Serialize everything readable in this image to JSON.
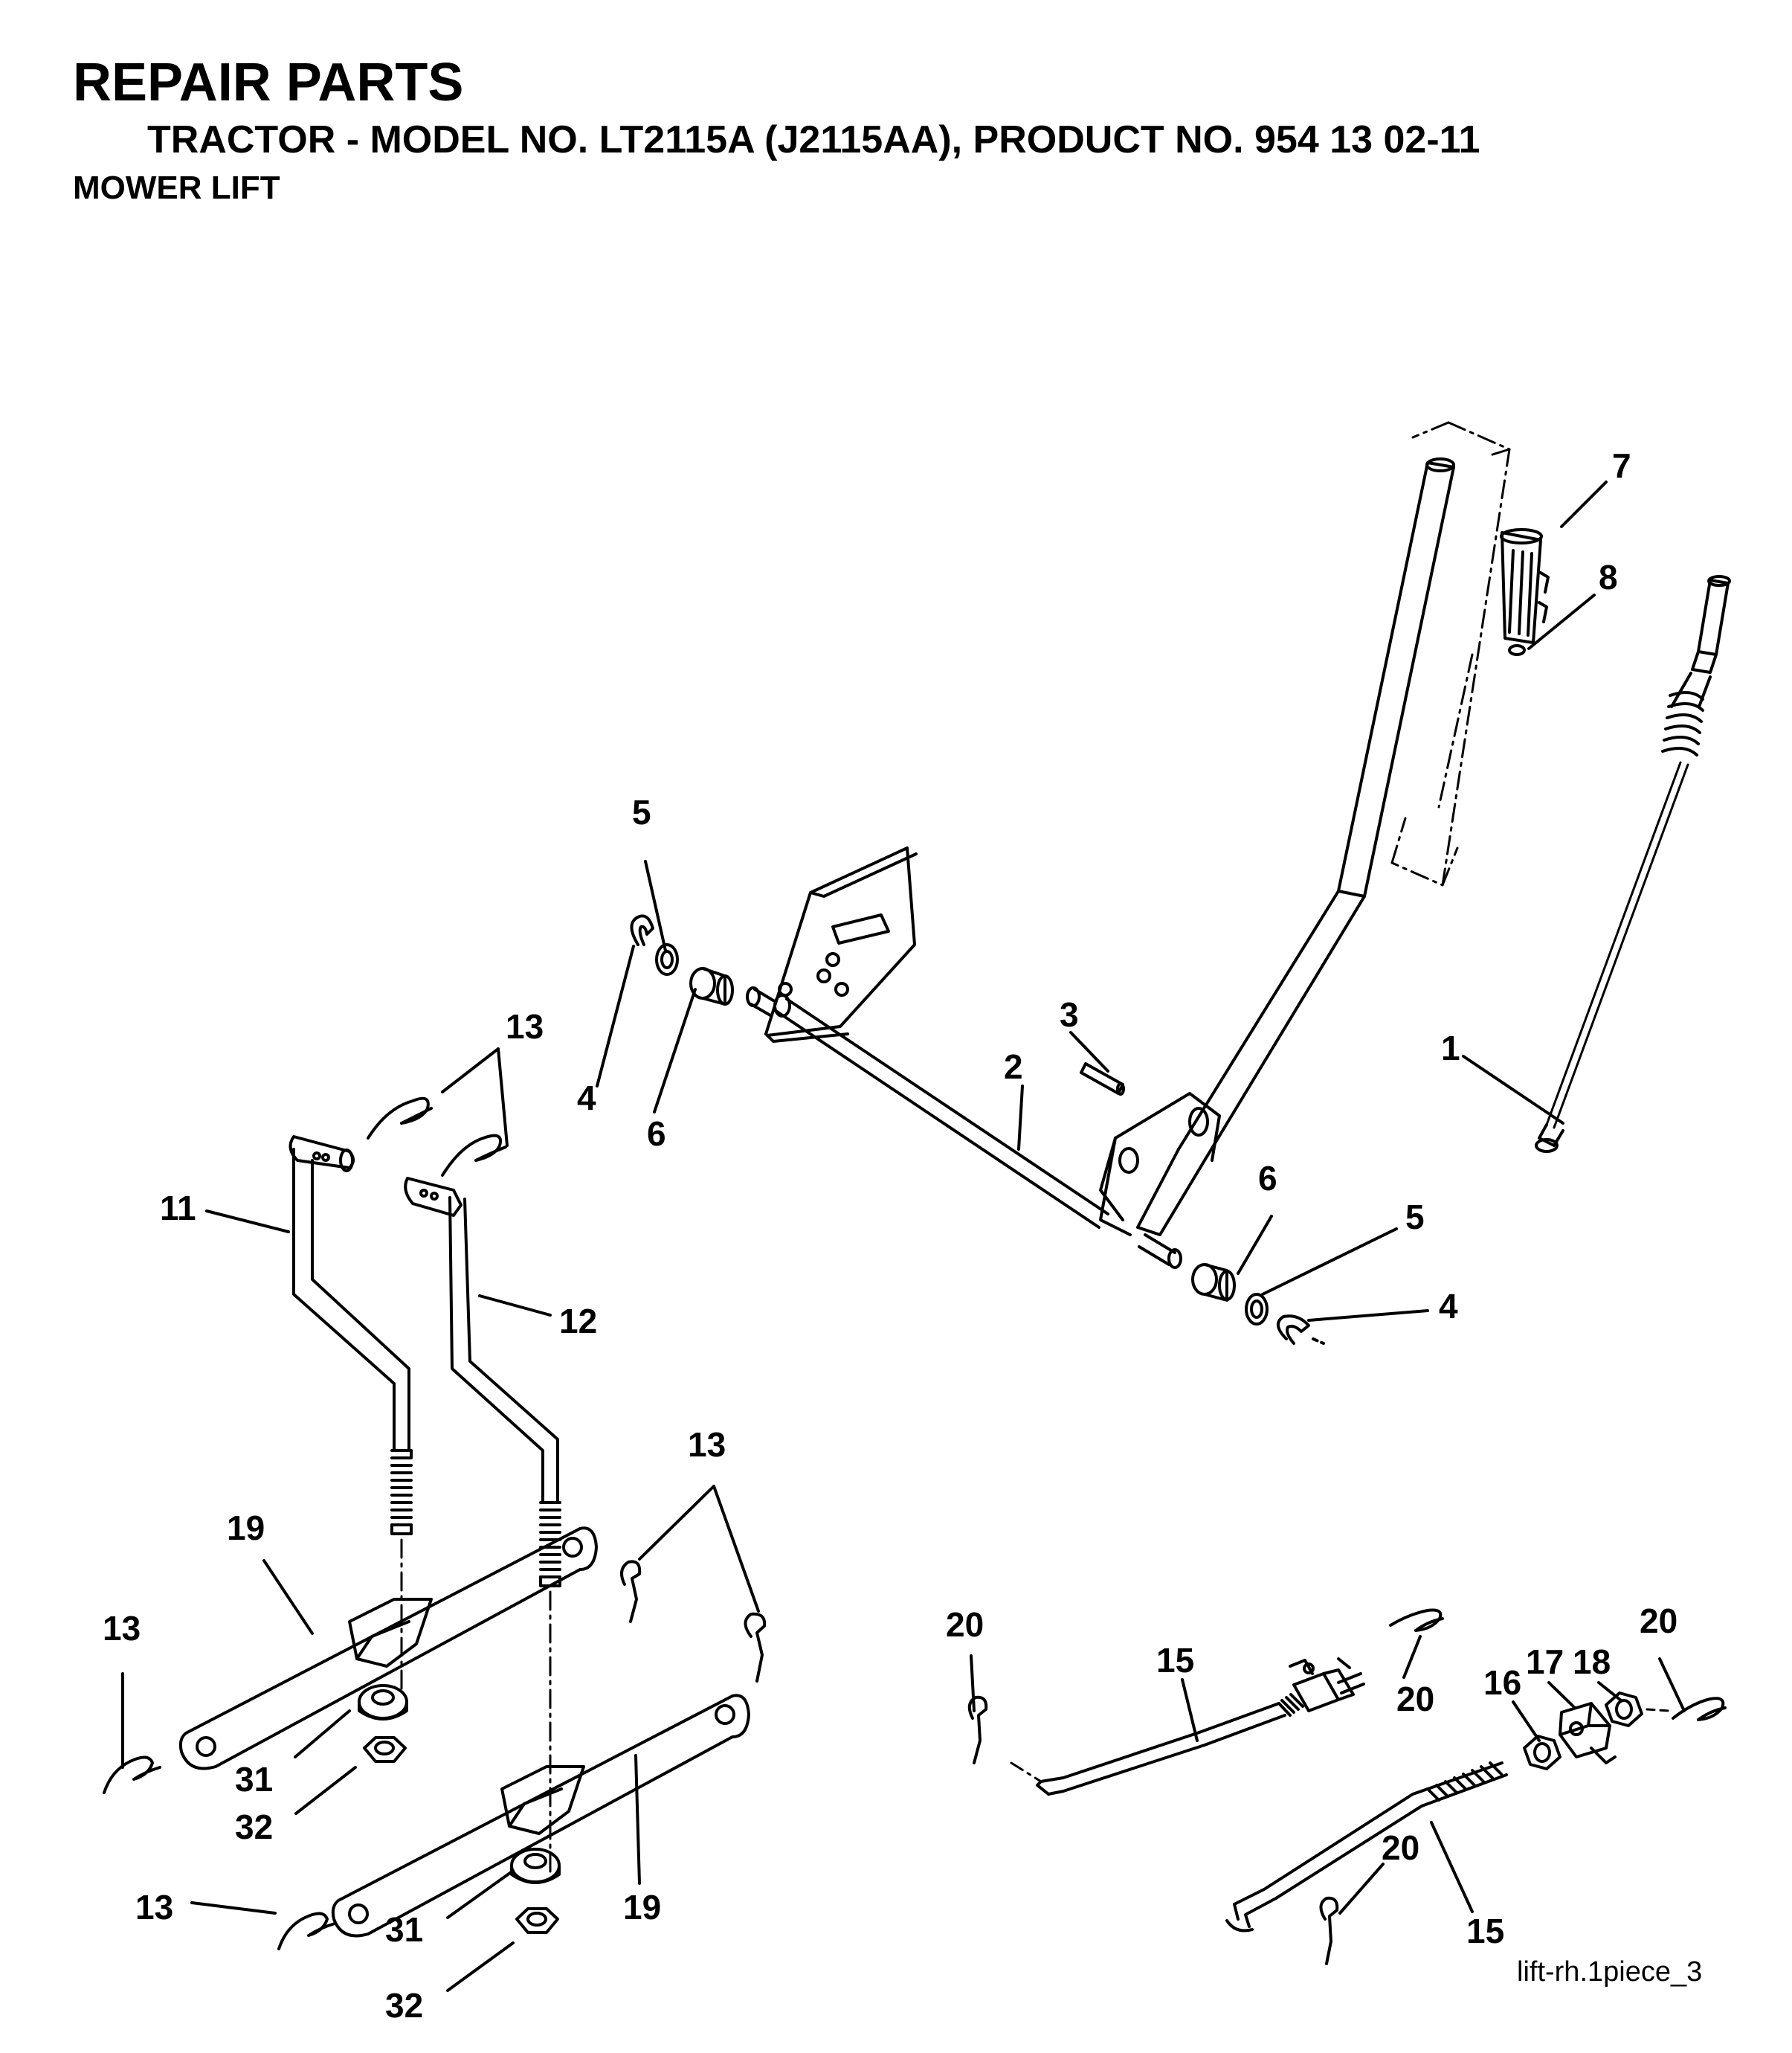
{
  "header": {
    "title": "REPAIR PARTS",
    "subtitle": "TRACTOR - MODEL NO. LT2115A (J2115AA), PRODUCT NO. 954 13 02-11",
    "section": "MOWER LIFT"
  },
  "diagram": {
    "callouts": [
      {
        "id": "c-7",
        "text": "7"
      },
      {
        "id": "c-8",
        "text": "8"
      },
      {
        "id": "c-1",
        "text": "1"
      },
      {
        "id": "c-5a",
        "text": "5"
      },
      {
        "id": "c-4a",
        "text": "4"
      },
      {
        "id": "c-6a",
        "text": "6"
      },
      {
        "id": "c-3",
        "text": "3"
      },
      {
        "id": "c-2",
        "text": "2"
      },
      {
        "id": "c-6b",
        "text": "6"
      },
      {
        "id": "c-5b",
        "text": "5"
      },
      {
        "id": "c-4b",
        "text": "4"
      },
      {
        "id": "c-13a",
        "text": "13"
      },
      {
        "id": "c-11",
        "text": "11"
      },
      {
        "id": "c-12",
        "text": "12"
      },
      {
        "id": "c-13b",
        "text": "13"
      },
      {
        "id": "c-19a",
        "text": "19"
      },
      {
        "id": "c-13c",
        "text": "13"
      },
      {
        "id": "c-31a",
        "text": "31"
      },
      {
        "id": "c-32a",
        "text": "32"
      },
      {
        "id": "c-19b",
        "text": "19"
      },
      {
        "id": "c-13d",
        "text": "13"
      },
      {
        "id": "c-31b",
        "text": "31"
      },
      {
        "id": "c-32b",
        "text": "32"
      },
      {
        "id": "c-20a",
        "text": "20"
      },
      {
        "id": "c-15a",
        "text": "15"
      },
      {
        "id": "c-20b",
        "text": "20"
      },
      {
        "id": "c-16",
        "text": "16"
      },
      {
        "id": "c-17",
        "text": "17"
      },
      {
        "id": "c-18",
        "text": "18"
      },
      {
        "id": "c-20c",
        "text": "20"
      },
      {
        "id": "c-20d",
        "text": "20"
      },
      {
        "id": "c-15b",
        "text": "15"
      }
    ],
    "reference": "lift-rh.1piece_3"
  }
}
